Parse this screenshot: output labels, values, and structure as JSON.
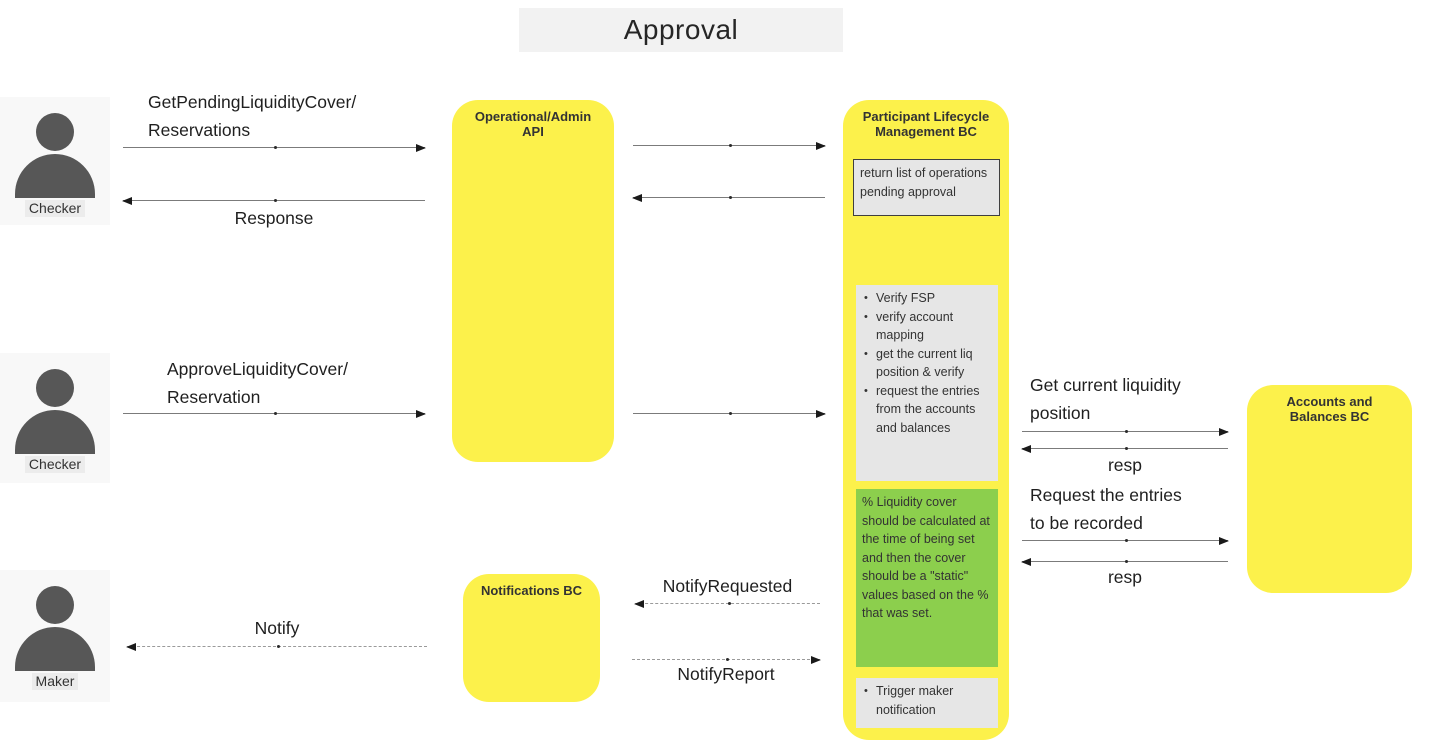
{
  "title": "Approval",
  "actors": [
    {
      "id": "checker-top",
      "label": "Checker"
    },
    {
      "id": "checker-middle",
      "label": "Checker"
    },
    {
      "id": "maker",
      "label": "Maker"
    }
  ],
  "components": {
    "op_api": {
      "label": "Operational/Admin API"
    },
    "plm": {
      "label": "Participant Lifecycle Management BC"
    },
    "anb": {
      "label": "Accounts and Balances BC"
    },
    "notif": {
      "label": "Notifications BC"
    }
  },
  "notes": {
    "return_list": "return list of operations pending approval",
    "verify_steps": [
      "Verify FSP",
      "verify account mapping",
      "get the current liq position & verify",
      "request the entries from the accounts and balances"
    ],
    "liquidity_cover": "% Liquidity cover should be calculated at the time of being set and then the cover should be a \"static\" values based on the % that was set.",
    "trigger_steps": [
      "Trigger maker notification"
    ]
  },
  "messages": {
    "get_pending": [
      "GetPendingLiquidityCover/",
      "Reservations"
    ],
    "response": "Response",
    "approve": [
      "ApproveLiquidityCover/",
      "Reservation"
    ],
    "get_current_liq": [
      "Get current liquidity",
      "position"
    ],
    "resp1": "resp",
    "request_entries": [
      "Request the entries",
      "to be recorded"
    ],
    "resp2": "resp",
    "notify": "Notify",
    "notify_requested": "NotifyRequested",
    "notify_report": "NotifyReport"
  },
  "colors": {
    "component_yellow": "#FCF14B",
    "note_green": "#8CCF4D",
    "note_gray": "#E6E6E6",
    "actor_fill": "#575757",
    "title_bg": "#F2F2F2",
    "arrow_line": "#7B7B7B"
  }
}
